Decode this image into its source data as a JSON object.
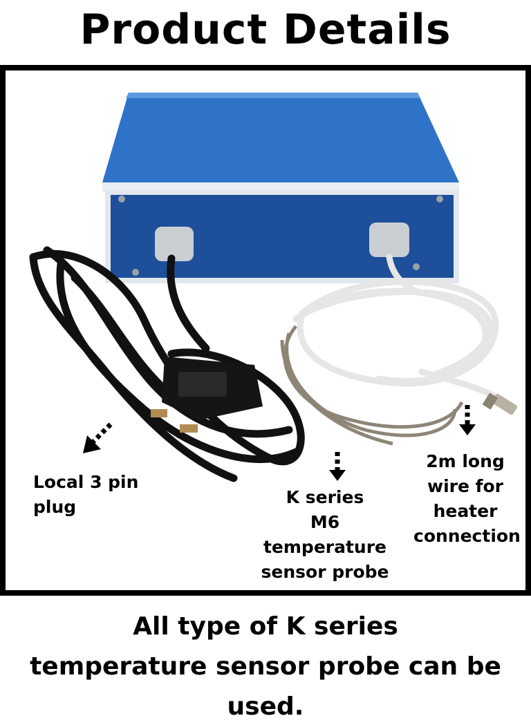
{
  "title": "Product Details",
  "photo_alt": "Blue control box with power cable and K series temperature probe",
  "labels": {
    "plug": [
      "Local 3 pin",
      "plug"
    ],
    "probe": [
      "K series",
      "M6",
      "temperature",
      "sensor probe"
    ],
    "wire": [
      "2m long",
      "wire for",
      "heater",
      "connection"
    ]
  },
  "footer": [
    "All type of K series",
    "temperature sensor probe can be used."
  ],
  "colors": {
    "box_blue": "#2f73c8",
    "box_dark": "#1d4f9a",
    "frame_border": "#000000"
  }
}
